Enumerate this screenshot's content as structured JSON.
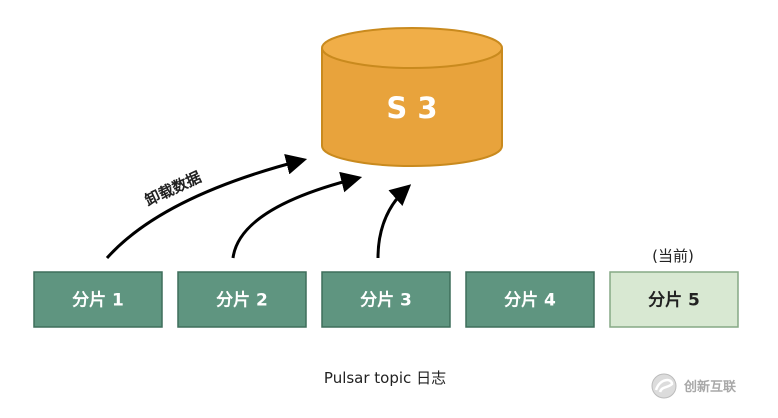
{
  "storage": {
    "label": "S 3"
  },
  "offload_label": "卸载数据",
  "current_marker": "(当前)",
  "log_label": "Pulsar topic 日志",
  "segments": [
    {
      "label": "分片 1",
      "state": "offloaded"
    },
    {
      "label": "分片 2",
      "state": "offloaded"
    },
    {
      "label": "分片 3",
      "state": "offloaded"
    },
    {
      "label": "分片 4",
      "state": "sealed"
    },
    {
      "label": "分片 5",
      "state": "current"
    }
  ],
  "watermark": {
    "text": "创新互联"
  },
  "colors": {
    "cylinder_fill": "#E8A33C",
    "cylinder_stroke": "#C98A1E",
    "segment_fill": "#5F9580",
    "segment_stroke": "#3E6E5B",
    "current_fill": "#D8E8D2",
    "current_stroke": "#86A985"
  },
  "icons": {
    "watermark_logo": "swirl-logo-icon"
  }
}
